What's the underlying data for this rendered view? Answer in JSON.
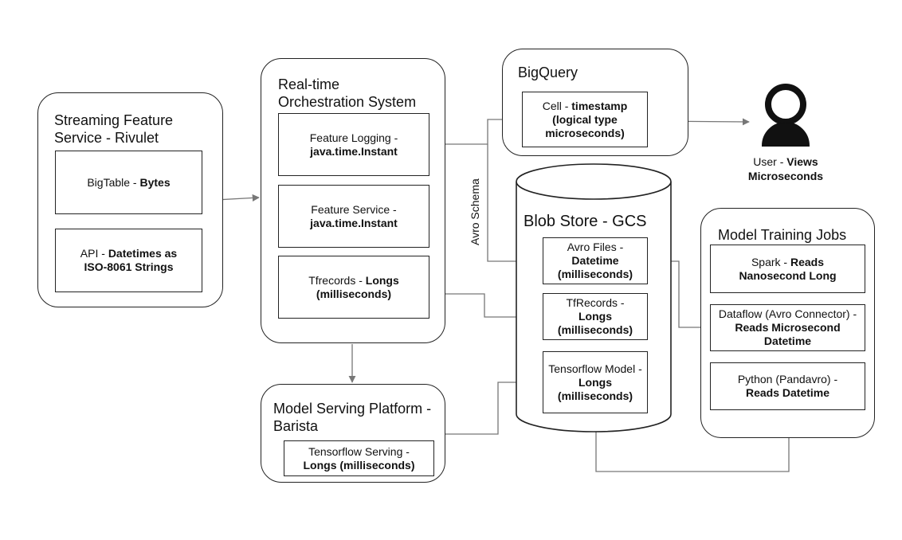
{
  "streaming": {
    "title": "Streaming Feature Service - Rivulet",
    "bigtable": {
      "normal": "BigTable - ",
      "bold": "Bytes"
    },
    "api": {
      "normal": "API - ",
      "bold": "Datetimes as ISO-8061 Strings"
    }
  },
  "orchestration": {
    "title": "Real-time Orchestration System",
    "feature_logging": {
      "normal": "Feature Logging  - ",
      "bold": "java.time.Instant"
    },
    "feature_service": {
      "normal": "Feature Service - ",
      "bold": "java.time.Instant"
    },
    "tfrecords": {
      "normal": "Tfrecords - ",
      "bold": "Longs (milliseconds)"
    }
  },
  "serving": {
    "title": "Model Serving Platform - Barista",
    "tf_serving": {
      "normal": "Tensorflow Serving - ",
      "bold": "Longs (milliseconds)"
    }
  },
  "bigquery": {
    "title": "BigQuery",
    "cell": {
      "normal": "Cell - ",
      "bold": "timestamp (logical type microseconds)"
    }
  },
  "blob": {
    "title": "Blob Store - GCS",
    "avro": {
      "normal": "Avro Files - ",
      "bold": "Datetime (milliseconds)"
    },
    "tfrecords": {
      "normal": "TfRecords - ",
      "bold": "Longs (milliseconds)"
    },
    "tf_model": {
      "normal": "Tensorflow Model - ",
      "bold": "Longs (milliseconds)"
    }
  },
  "training": {
    "title": "Model Training Jobs",
    "spark": {
      "normal": "Spark - ",
      "bold": "Reads Nanosecond Long"
    },
    "dataflow": {
      "normal": "Dataflow (Avro Connector) - ",
      "bold": "Reads Microsecond Datetime"
    },
    "python": {
      "normal": "Python (Pandavro) - ",
      "bold": "Reads Datetime"
    }
  },
  "user": {
    "normal": "User - ",
    "bold": "Views Microseconds",
    "icon": "user-icon"
  },
  "edge_label": "Avro Schema"
}
